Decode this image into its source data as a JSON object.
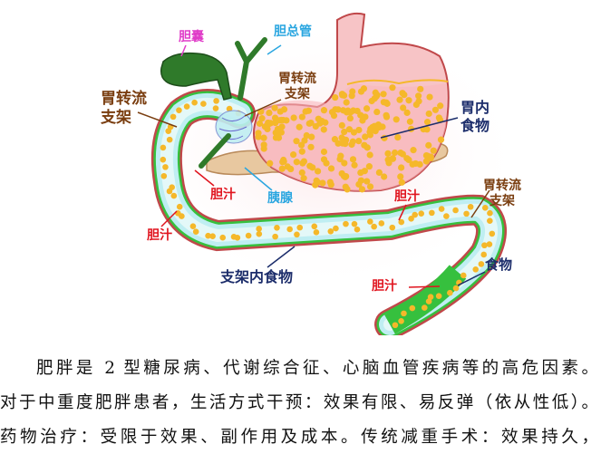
{
  "figure": {
    "labels": {
      "gallbladder": "胆囊",
      "common_bile_duct": "胆总管",
      "stent_mid": [
        "胃转流",
        "支架"
      ],
      "stent_left": [
        "胃转流",
        "支架"
      ],
      "stent_right": [
        "胃转流",
        "支架"
      ],
      "stomach_food": [
        "胃内",
        "食物"
      ],
      "bile_mid": "胆汁",
      "pancreas": "胰腺",
      "bile_right": "胆汁",
      "bile_left": "胆汁",
      "food_in_stent": "支架内食物",
      "food": "食物",
      "bile_lower": "胆汁"
    },
    "colors": {
      "stomach": "#f6c2c4",
      "outline": "#c0484a",
      "food": "#f5b82a",
      "stent": "#c8f0f2",
      "bile": "#2ebd3a",
      "gallbladder": "#2f7a2a",
      "pancreas": "#e8c8a0"
    }
  },
  "text": {
    "lines": [
      "肥胖是 2 型糖尿病、代谢综合征、心脑血管疾病等的高危因素。",
      "对于中重度肥胖患者，生活方式干预：效果有限、易反弹（依从性低）。",
      "药物治疗：受限于效果、副作用及成本。传统减重手术：效果持久，"
    ]
  }
}
